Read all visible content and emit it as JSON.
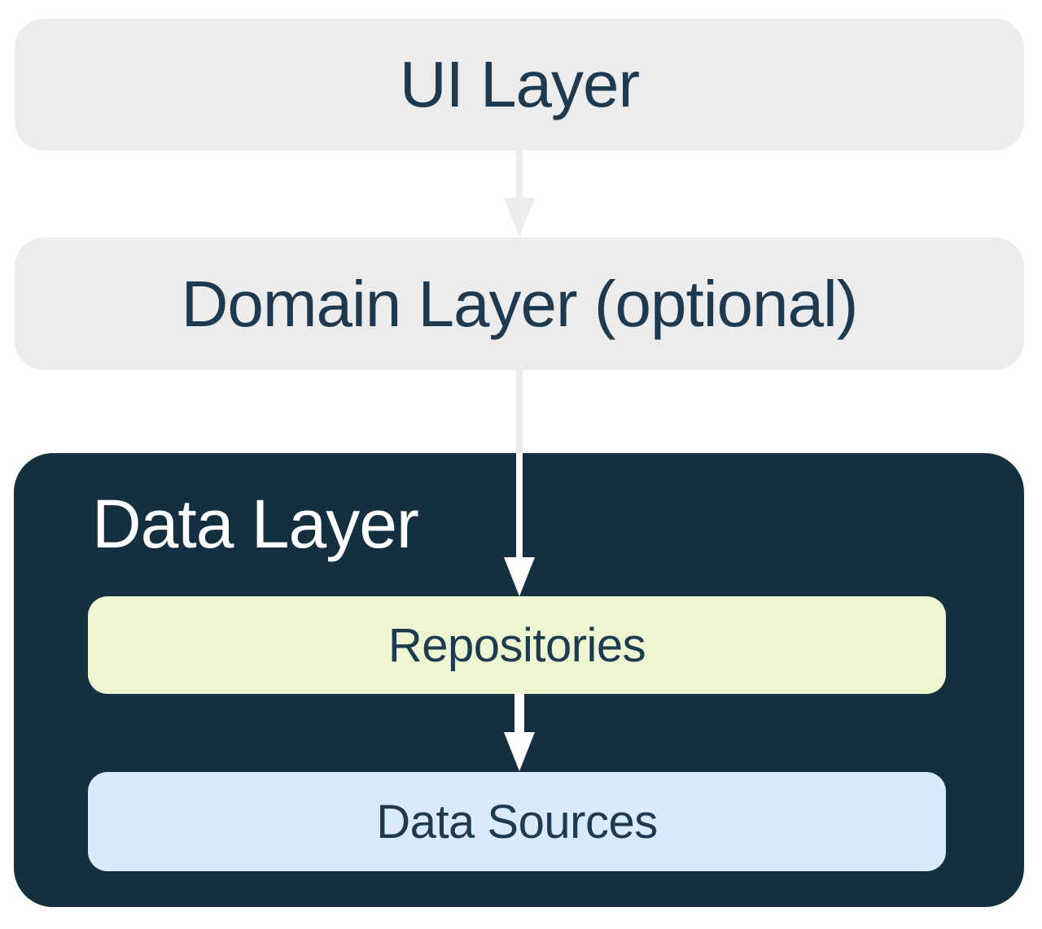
{
  "diagram": {
    "ui_layer": {
      "label": "UI Layer"
    },
    "domain_layer": {
      "label": "Domain Layer (optional)"
    },
    "data_layer": {
      "label": "Data Layer"
    },
    "repositories": {
      "label": "Repositories"
    },
    "data_sources": {
      "label": "Data Sources"
    },
    "arrows": [
      {
        "name": "ui-to-domain",
        "direction": "down"
      },
      {
        "name": "domain-to-repositories",
        "direction": "down"
      },
      {
        "name": "repositories-to-data-sources",
        "direction": "down"
      }
    ]
  },
  "colors": {
    "light_box": "#ececec",
    "dark_box": "#142f40",
    "green_box": "#eef5d1",
    "blue_box": "#d9ebfb",
    "text_dark": "#1d3a50",
    "text_light": "#ffffff",
    "arrow_gray": "#ececec",
    "arrow_white": "#ffffff",
    "page_bg": "#ffffff"
  }
}
